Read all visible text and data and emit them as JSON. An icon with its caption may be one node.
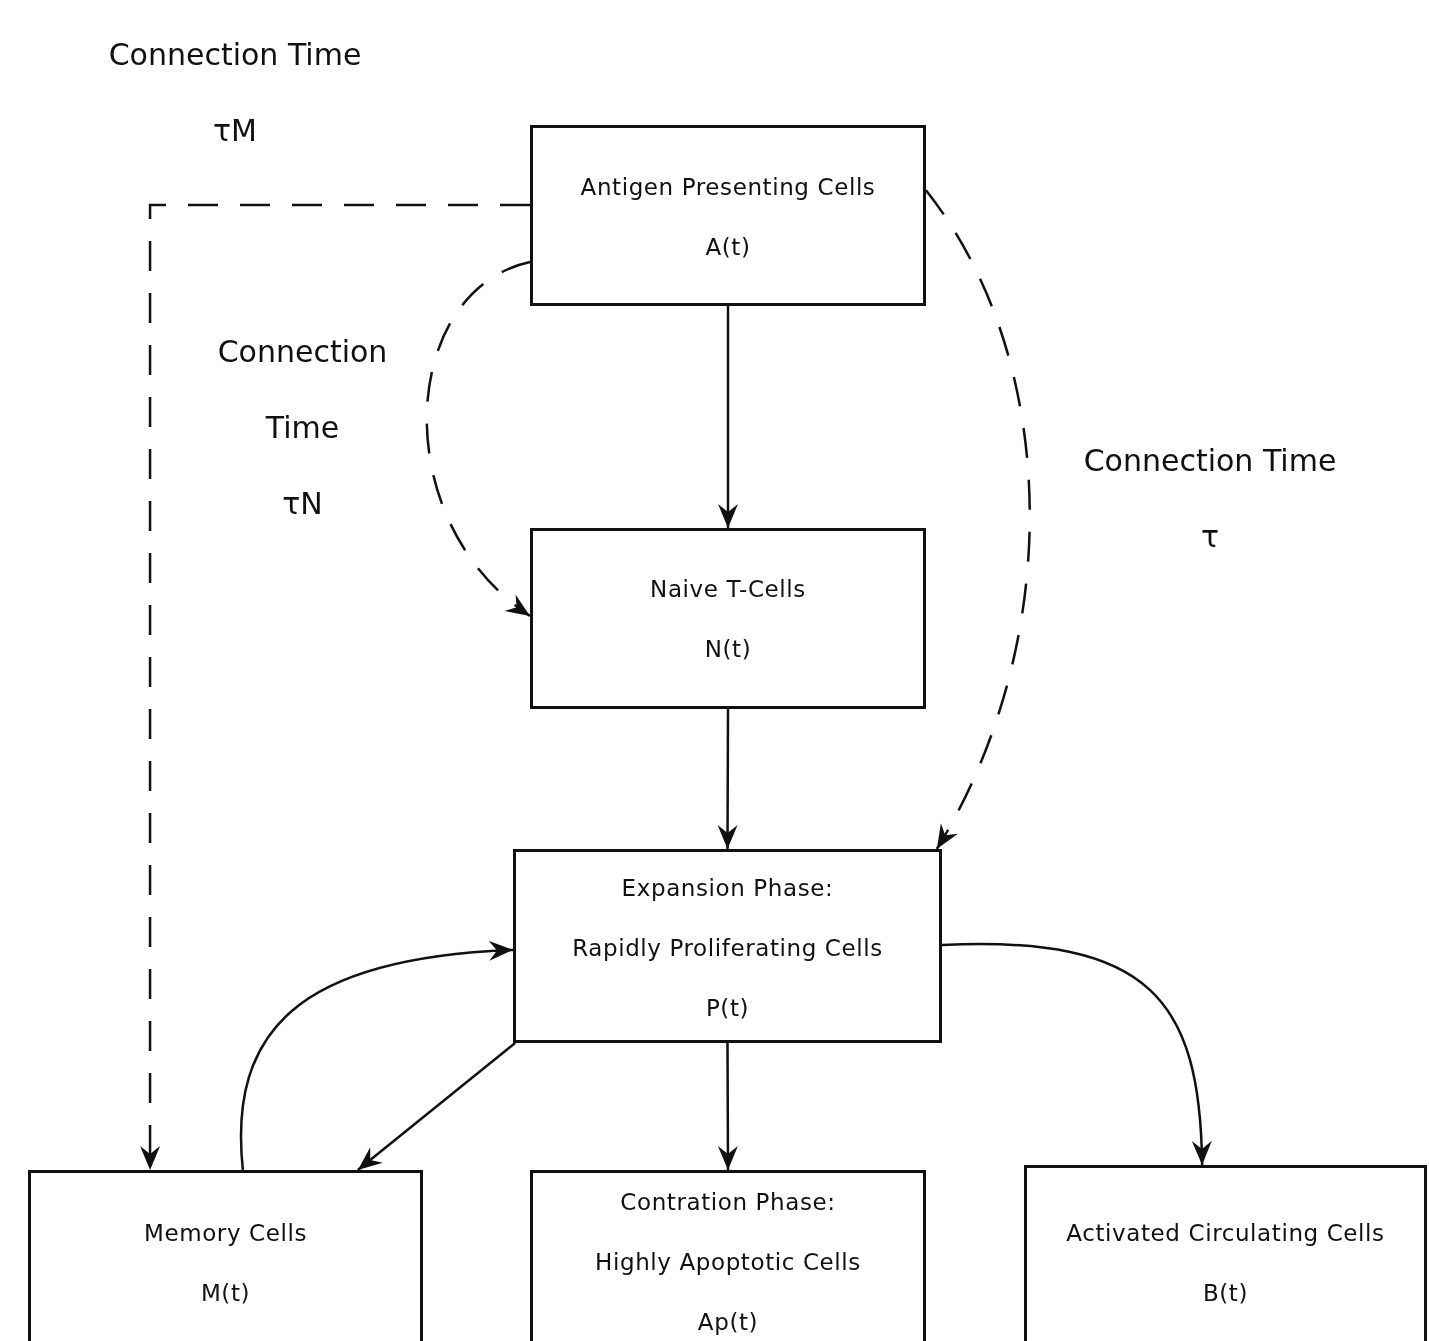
{
  "diagram": {
    "nodes": [
      {
        "text": [
          "Antigen Presenting Cells",
          "A(t)"
        ]
      },
      {
        "text": [
          "Naive T-Cells",
          "N(t)"
        ]
      },
      {
        "text": [
          "Expansion Phase:",
          "Rapidly Proliferating Cells",
          "P(t)"
        ]
      },
      {
        "text": [
          "Memory Cells",
          "M(t)"
        ]
      },
      {
        "text": [
          "Contration Phase:",
          "Highly Apoptotic Cells",
          "Ap(t)"
        ]
      },
      {
        "text": [
          "Activated Circulating Cells",
          "B(t)"
        ]
      }
    ],
    "edges": [
      {
        "from": 0,
        "to": 1,
        "arrow": "to"
      },
      {
        "from": 1,
        "to": 2,
        "arrow": "to"
      },
      {
        "from": 2,
        "to": 3,
        "arrow": "to"
      },
      {
        "from": 3,
        "to": 2,
        "arrow": "to"
      },
      {
        "from": 2,
        "to": 4,
        "arrow": "to"
      },
      {
        "from": 2,
        "to": 5,
        "arrow": "to"
      },
      {
        "from": 0,
        "to": 3,
        "arrow": "to",
        "style": "dashed",
        "label": "Connection Time τM"
      },
      {
        "from": 0,
        "to": 1,
        "arrow": "to",
        "style": "dashed",
        "label": "Connection Time τN"
      },
      {
        "from": 0,
        "to": 2,
        "arrow": "to",
        "style": "dashed",
        "label": "Connection Time τ"
      }
    ]
  }
}
